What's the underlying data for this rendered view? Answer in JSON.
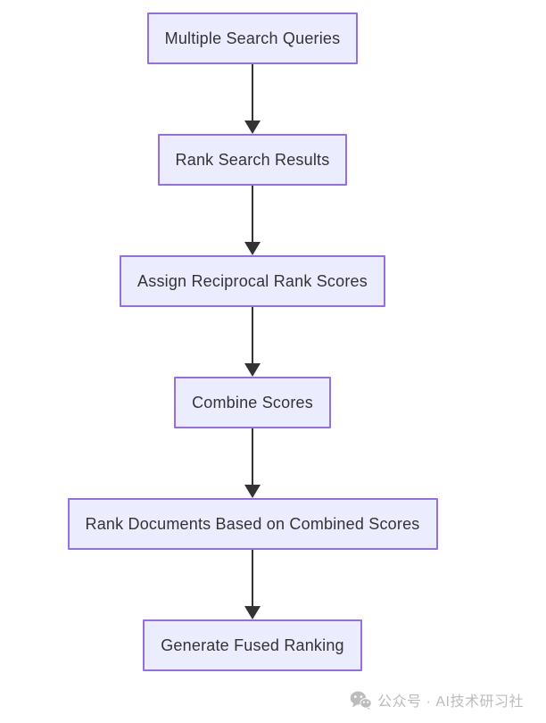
{
  "diagram": {
    "type": "flowchart",
    "direction": "top-down",
    "nodes": [
      {
        "id": "n1",
        "label": "Multiple Search Queries"
      },
      {
        "id": "n2",
        "label": "Rank Search Results"
      },
      {
        "id": "n3",
        "label": "Assign Reciprocal Rank Scores"
      },
      {
        "id": "n4",
        "label": "Combine Scores"
      },
      {
        "id": "n5",
        "label": "Rank Documents Based on Combined Scores"
      },
      {
        "id": "n6",
        "label": "Generate Fused Ranking"
      }
    ],
    "edges": [
      {
        "from": "n1",
        "to": "n2"
      },
      {
        "from": "n2",
        "to": "n3"
      },
      {
        "from": "n3",
        "to": "n4"
      },
      {
        "from": "n4",
        "to": "n5"
      },
      {
        "from": "n5",
        "to": "n6"
      }
    ],
    "colors": {
      "node_fill": "#ECECFF",
      "node_border": "#9370DB",
      "node_text": "#333333",
      "arrow": "#333333",
      "background": "#FFFFFF"
    }
  },
  "watermark": {
    "icon": "wechat-icon",
    "text": "公众号 · AI技术研习社",
    "color": "#BCBCBC"
  }
}
